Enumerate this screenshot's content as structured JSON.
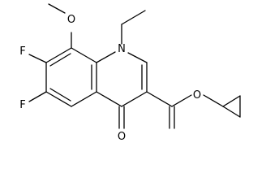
{
  "molecule": {
    "atoms": {
      "n1": "N",
      "o_methoxy": "O",
      "f7": "F",
      "f6": "F",
      "o_keto": "O",
      "o_ester": "O"
    },
    "color": "#000000"
  }
}
